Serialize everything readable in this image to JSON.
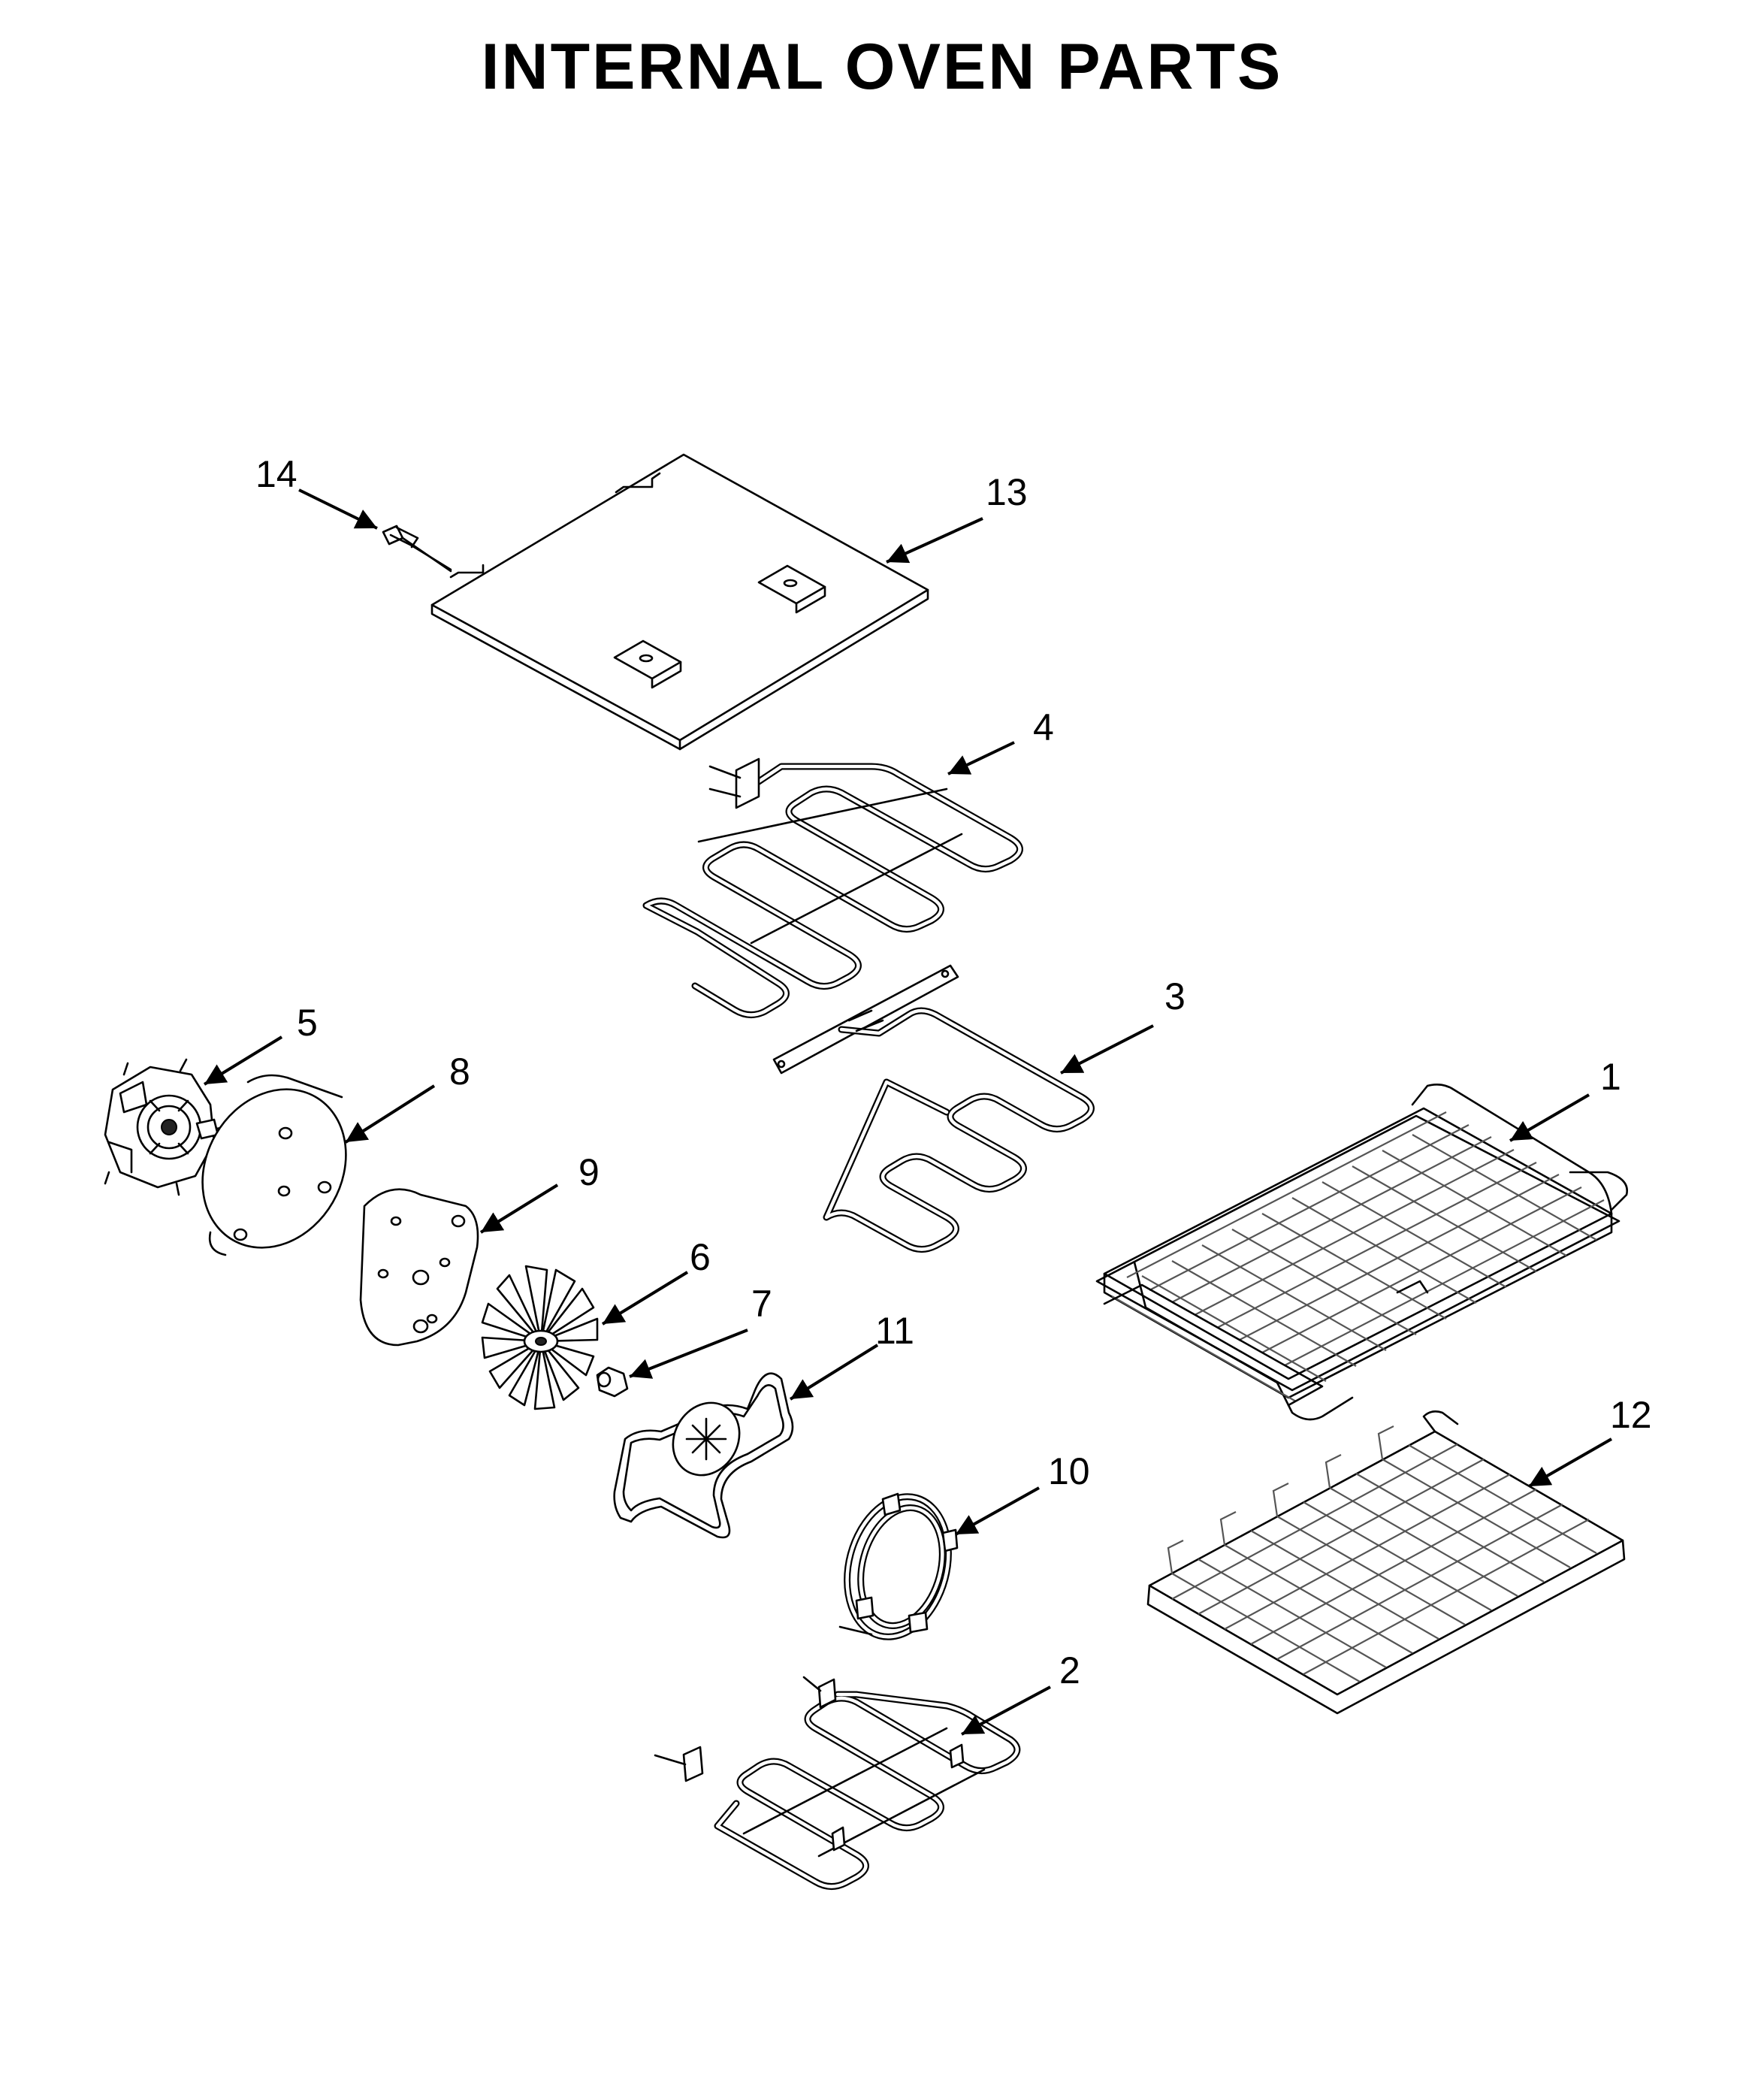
{
  "title": "INTERNAL OVEN PARTS",
  "callouts": {
    "c1": "1",
    "c2": "2",
    "c3": "3",
    "c4": "4",
    "c5": "5",
    "c6": "6",
    "c7": "7",
    "c8": "8",
    "c9": "9",
    "c10": "10",
    "c11": "11",
    "c12": "12",
    "c13": "13",
    "c14": "14"
  }
}
